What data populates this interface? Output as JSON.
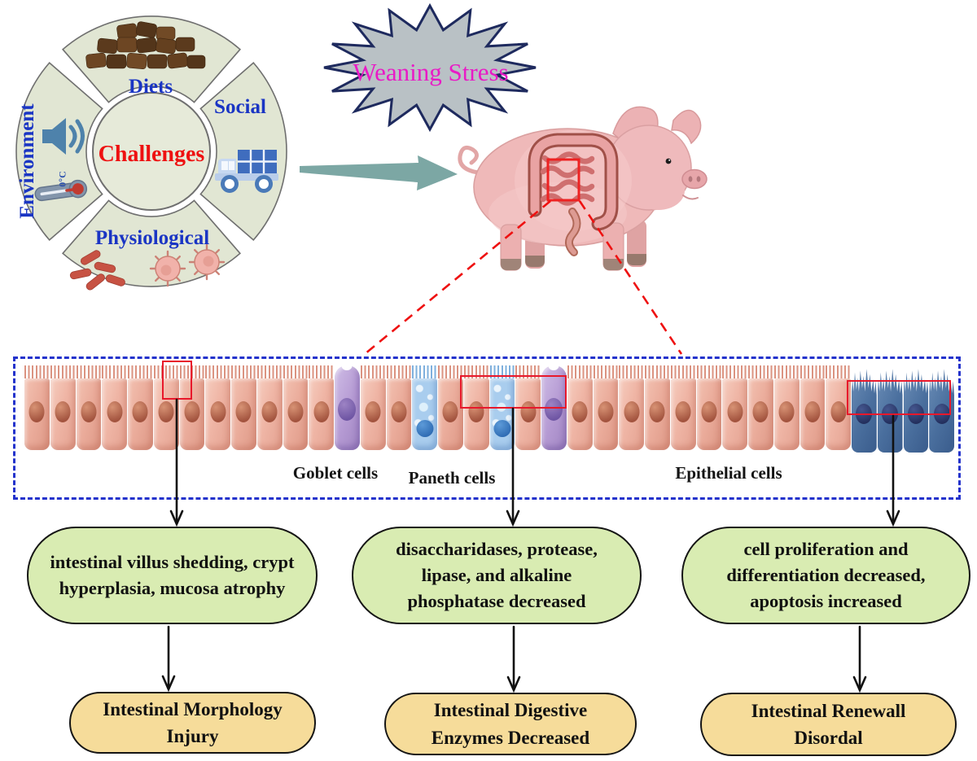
{
  "wheel": {
    "center_label": "Challenges",
    "segments": [
      {
        "position": "top",
        "label": "Diets",
        "icon": "feed-pellets-icon"
      },
      {
        "position": "right",
        "label": "Social",
        "icon": "transport-truck-icon"
      },
      {
        "position": "bottom",
        "label": "Physiological",
        "icon": "bacteria-virus-icon"
      },
      {
        "position": "left",
        "label": "Environment",
        "icon": "loudspeaker-icon, thermometer-icon"
      }
    ],
    "thermometer_reading": "0°C",
    "colors": {
      "segment_fill": "#e1e6d3",
      "label_blue": "#1a35c4",
      "center_red": "#ee1111"
    }
  },
  "starburst": {
    "label": "Weaning Stress",
    "colors": {
      "fill": "#b9c1c5",
      "border": "#1e2a5e",
      "text": "#e91ac6"
    }
  },
  "pig": {
    "highlight": "intestine-region"
  },
  "panel": {
    "cell_labels": {
      "goblet": "Goblet cells",
      "paneth": "Paneth cells",
      "epithelial": "Epithelial cells"
    },
    "cell_sequence": [
      "E",
      "E",
      "E",
      "E",
      "E",
      "E",
      "E",
      "E",
      "E",
      "E",
      "E",
      "E",
      "G",
      "E",
      "E",
      "P",
      "E",
      "E",
      "P",
      "E",
      "G",
      "E",
      "E",
      "E",
      "E",
      "E",
      "E",
      "E",
      "E",
      "E",
      "E",
      "E",
      "D",
      "D",
      "D",
      "D"
    ],
    "colors": {
      "border": "#2433cc",
      "highlight": "#e8182b"
    }
  },
  "outcomes": [
    {
      "effect": "intestinal villus shedding, crypt hyperplasia, mucosa atrophy",
      "result": "Intestinal Morphology Injury"
    },
    {
      "effect": "disaccharidases, protease, lipase, and alkaline phosphatase decreased",
      "result": "Intestinal Digestive Enzymes Decreased"
    },
    {
      "effect": "cell proliferation and differentiation decreased, apoptosis increased",
      "result": "Intestinal Renewall Disordal"
    }
  ],
  "colors": {
    "effect_box": "#d9ecb2",
    "result_box": "#f6dc9a",
    "arrow": "#111111",
    "dashed_line": "#ee1111",
    "flow_arrow": "#7ca7a4"
  }
}
